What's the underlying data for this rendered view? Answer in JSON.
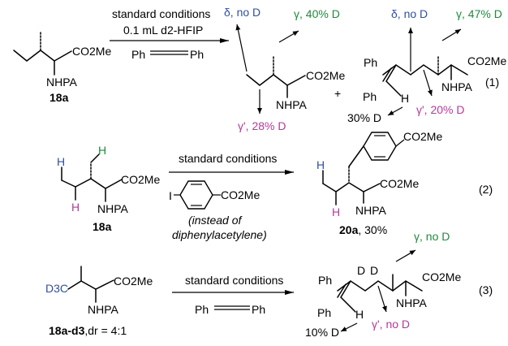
{
  "colors": {
    "delta": "#2f4fa3",
    "gamma": "#1f8a3a",
    "gamma_prime": "#b33a9a"
  },
  "reaction1": {
    "sm_ester": "CO2Me",
    "sm_amine": "NHPA",
    "sm_label": "18a",
    "cond_line1": "standard conditions",
    "cond_line2": "0.1 mL d2-HFIP",
    "cond_ph_left": "Ph",
    "cond_ph_right": "Ph",
    "p1_delta": "δ, no D",
    "p1_gamma": "γ, 40% D",
    "p1_gamma_prime": "γ', 28% D",
    "p1_ester": "CO2Me",
    "p1_amine": "NHPA",
    "plus": "+",
    "p2_delta": "δ, no D",
    "p2_gamma": "γ, 47% D",
    "p2_ph_top": "Ph",
    "p2_ph_bottom": "Ph",
    "p2_h": "H",
    "p2_vinyl_d": "30% D",
    "p2_gamma_prime": "γ', 20% D",
    "p2_ester": "CO2Me",
    "p2_amine": "NHPA",
    "number": "(1)"
  },
  "reaction2": {
    "sm_h_blue": "H",
    "sm_h_green": "H",
    "sm_h_mag": "H",
    "sm_ester": "CO2Me",
    "sm_amine": "NHPA",
    "sm_label": "18a",
    "cond_line1": "standard conditions",
    "reagent_i": "I",
    "reagent_ester": "CO2Me",
    "note_line1": "(instead of",
    "note_line2": "diphenylacetylene)",
    "p_ester_top": "CO2Me",
    "p_h_blue": "H",
    "p_h_mag": "H",
    "p_ester": "CO2Me",
    "p_amine": "NHPA",
    "p_label": "20a",
    "p_yield": ", 30%",
    "number": "(2)"
  },
  "reaction3": {
    "sm_cd3": "D3C",
    "sm_ester": "CO2Me",
    "sm_amine": "NHPA",
    "sm_label": "18a-d3",
    "sm_dr": ",dr = 4:1",
    "cond_line1": "standard conditions",
    "cond_ph_left": "Ph",
    "cond_ph_right": "Ph",
    "p_d1": "D",
    "p_d2": "D",
    "p_gamma": "γ, no D",
    "p_ph_top": "Ph",
    "p_ph_bottom": "Ph",
    "p_h": "H",
    "p_vinyl_d": "10% D",
    "p_gamma_prime": "γ', no D",
    "p_ester": "CO2Me",
    "p_amine": "NHPA",
    "number": "(3)"
  }
}
